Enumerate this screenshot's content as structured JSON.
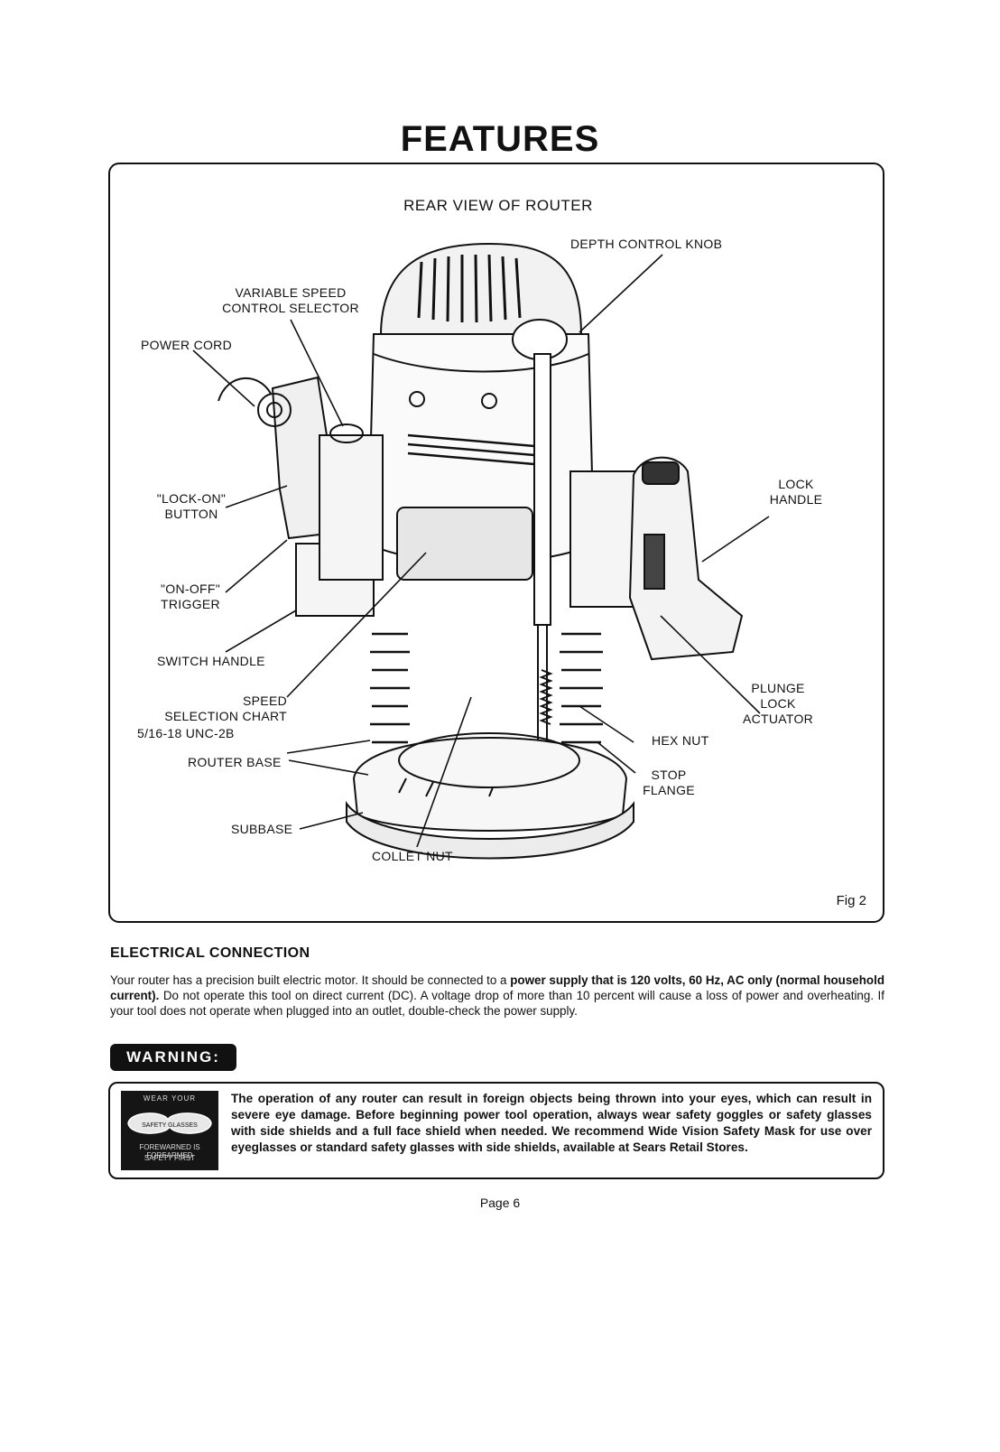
{
  "page": {
    "title": "FEATURES",
    "page_number": "Page 6"
  },
  "figure": {
    "title": "REAR VIEW OF ROUTER",
    "fig_label": "Fig 2",
    "labels": {
      "depth_control_knob": "DEPTH CONTROL KNOB",
      "variable_speed_line1": "VARIABLE SPEED",
      "variable_speed_line2": "CONTROL SELECTOR",
      "power_cord": "POWER CORD",
      "lock_on_line1": "\"LOCK-ON\"",
      "lock_on_line2": "BUTTON",
      "on_off_line1": "\"ON-OFF\"",
      "on_off_line2": "TRIGGER",
      "switch_handle": "SWITCH HANDLE",
      "speed_chart_line1": "SPEED",
      "speed_chart_line2": "SELECTION CHART",
      "thread_spec": "5/16-18  UNC-2B",
      "router_base": "ROUTER BASE",
      "subbase": "SUBBASE",
      "collet_nut": "COLLET NUT",
      "lock_handle_line1": "LOCK",
      "lock_handle_line2": "HANDLE",
      "plunge_line1": "PLUNGE",
      "plunge_line2": "LOCK",
      "plunge_line3": "ACTUATOR",
      "hex_nut": "HEX NUT",
      "stop_flange_line1": "STOP",
      "stop_flange_line2": "FLANGE"
    }
  },
  "electrical": {
    "heading": "ELECTRICAL CONNECTION",
    "p1": "Your router has a precision built electric motor. It should be connected to a ",
    "p1_bold": "power supply that is 120 volts, 60 Hz, AC only (normal household current).",
    "p2": " Do not operate this tool on direct current (DC). A voltage drop of more than 10 percent will cause a loss of power and overheating. If your tool does not operate when plugged into an outlet, double-check the power supply."
  },
  "warning": {
    "badge": "WARNING:",
    "icon_top": "WEAR YOUR",
    "icon_mid": "SAFETY GLASSES",
    "icon_bottom1": "FOREWARNED IS FOREARMED",
    "icon_bottom2": "SAFETY FIRST",
    "text": "The operation of any router can result in foreign objects being thrown into your eyes, which can result in severe eye damage. Before beginning power tool operation, always wear safety goggles or safety glasses with side shields and a full face shield when needed. We recommend Wide Vision Safety Mask for use over eyeglasses or standard safety glasses with side shields, available at Sears Retail Stores."
  }
}
